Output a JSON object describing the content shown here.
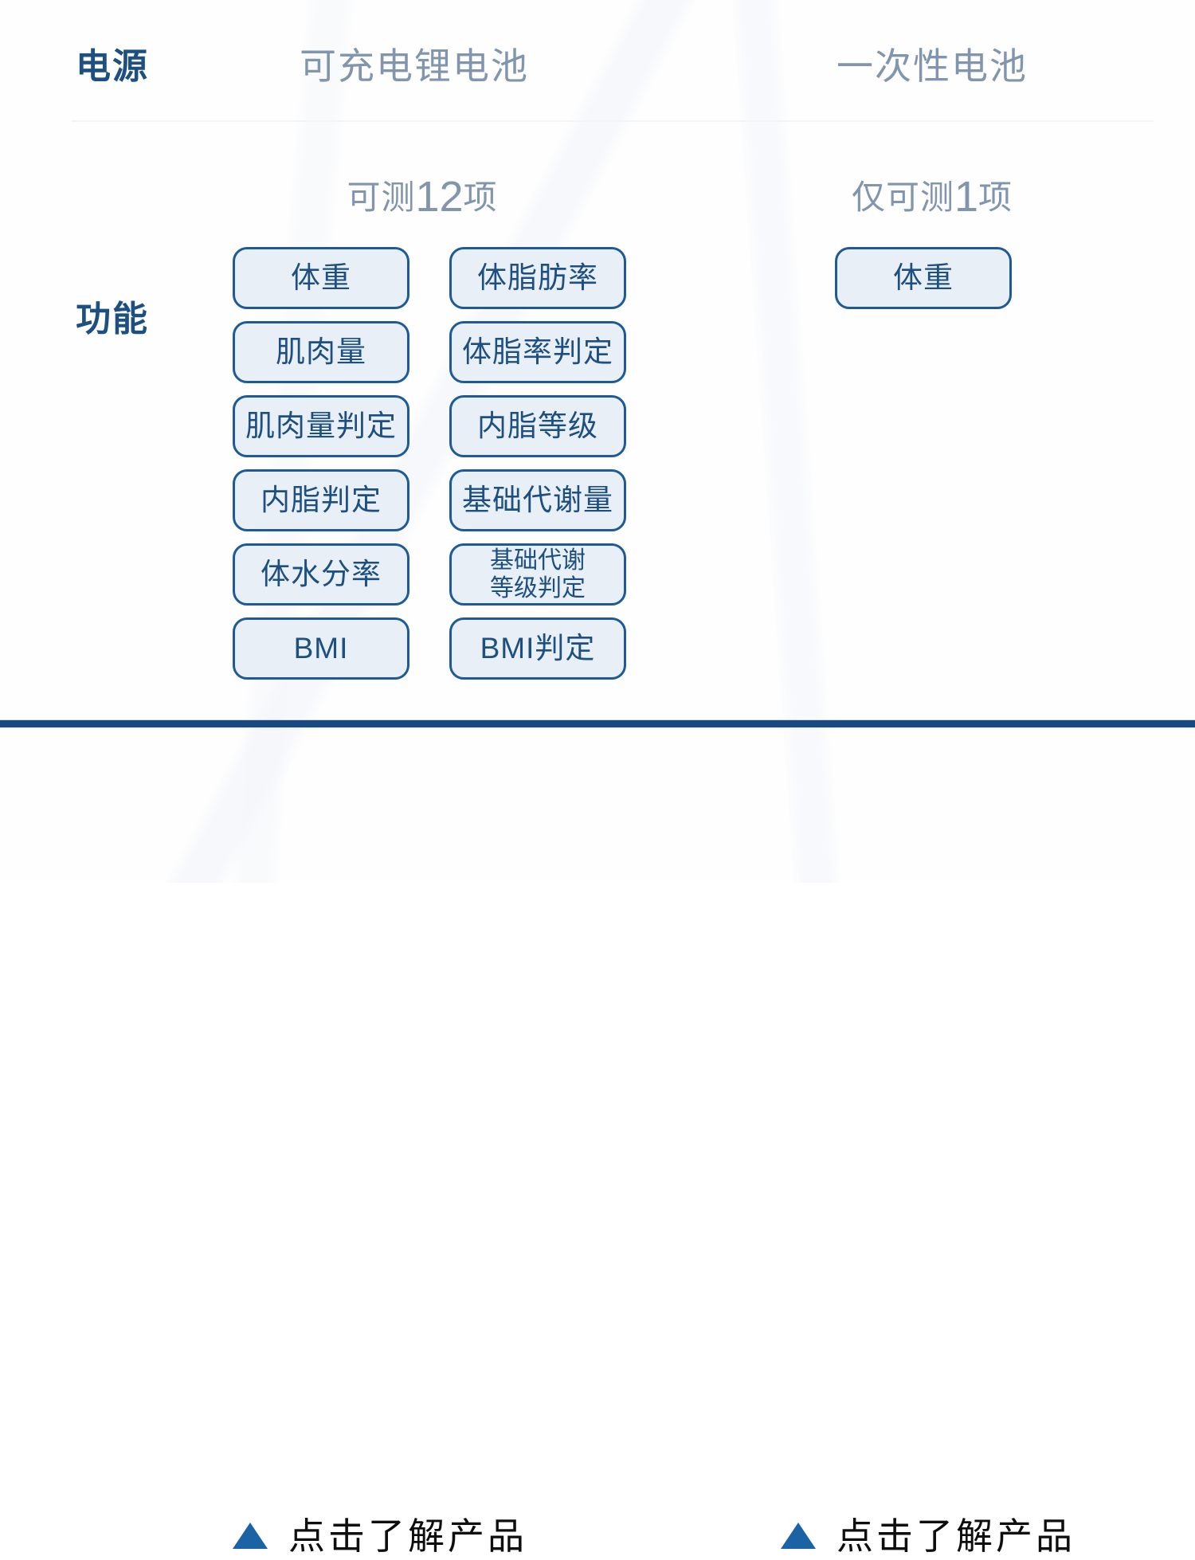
{
  "colors": {
    "label_blue": "#1d4f80",
    "muted_blue": "#8195ad",
    "pill_border": "#1d5a96",
    "pill_fill": "#e9eff6",
    "rule_navy": "#174a80",
    "triangle_blue": "#1b63a4",
    "cta_text": "#0e0e0e"
  },
  "rows": {
    "power": {
      "label": "电源",
      "product_a_value": "可充电锂电池",
      "product_b_value": "一次性电池"
    },
    "function": {
      "label": "功能",
      "product_a": {
        "count_prefix": "可测",
        "count_number": "12",
        "count_suffix": "项",
        "items": [
          "体重",
          "肌肉量",
          "肌肉量判定",
          "内脂判定",
          "体水分率",
          "BMI",
          "体脂肪率",
          "体脂率判定",
          "内脂等级",
          "基础代谢量",
          "基础代谢\n等级判定",
          "BMI判定"
        ]
      },
      "product_b": {
        "count_prefix": "仅可测",
        "count_number": "1",
        "count_suffix": "项",
        "items": [
          "体重"
        ]
      }
    }
  },
  "footer": {
    "cta_left": {
      "icon": "triangle-up-icon",
      "label": "点击了解产品"
    },
    "cta_right": {
      "icon": "triangle-up-icon",
      "label": "点击了解产品"
    }
  }
}
